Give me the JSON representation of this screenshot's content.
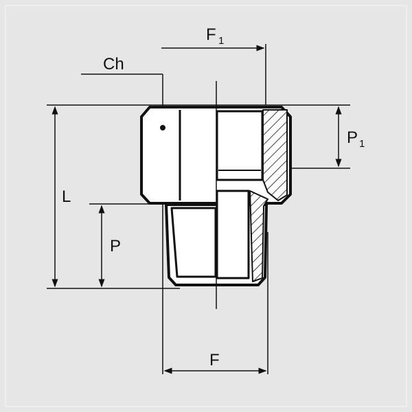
{
  "diagram": {
    "labels": {
      "ch": "Ch",
      "f1": "F",
      "f1_sub": "1",
      "l": "L",
      "p": "P",
      "p1": "P",
      "p1_sub": "1",
      "f": "F"
    },
    "colors": {
      "background": "#e6e6e6",
      "part": "#ffffff",
      "line": "#111111"
    }
  }
}
